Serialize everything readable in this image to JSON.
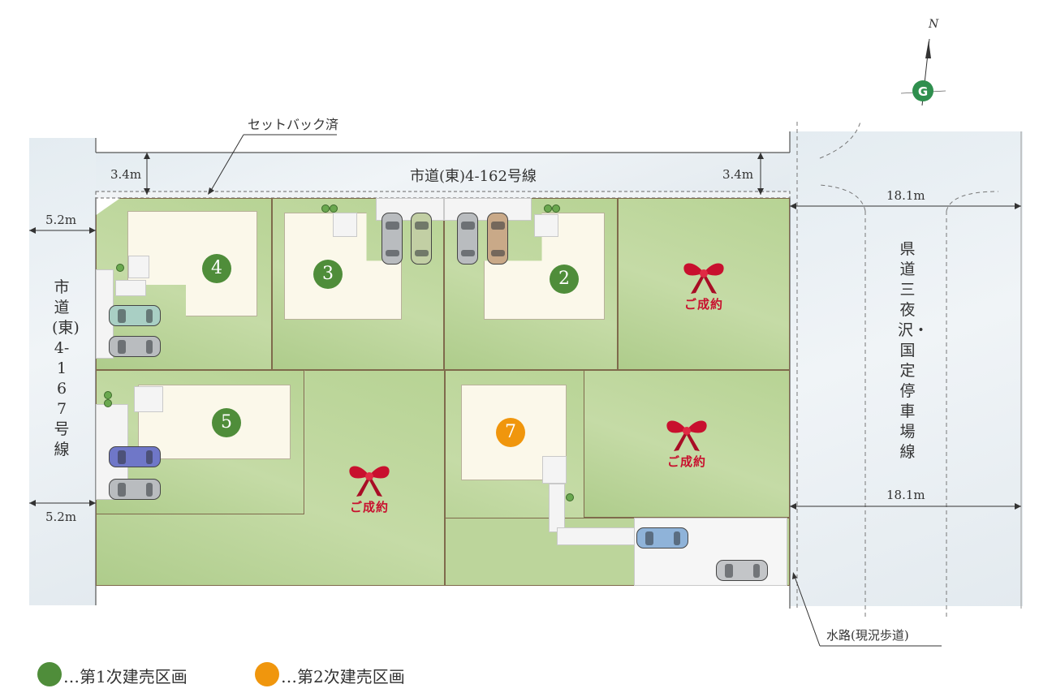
{
  "roads": {
    "north_road": "市道(東)4-162号線",
    "west_road": "市道(東)4-167号線",
    "east_road": "県道三夜沢・国定停車場線",
    "waterway": "水路(現況歩道)",
    "setback": "セットバック済"
  },
  "dimensions": {
    "north_left": "3.4m",
    "north_right": "3.4m",
    "west_top": "5.2m",
    "west_bottom": "5.2m",
    "east_top": "18.1m",
    "east_bottom": "18.1m"
  },
  "lots": [
    {
      "id": "lot-4",
      "number": "4",
      "type": "first"
    },
    {
      "id": "lot-3",
      "number": "3",
      "type": "first"
    },
    {
      "id": "lot-2",
      "number": "2",
      "type": "first"
    },
    {
      "id": "lot-5",
      "number": "5",
      "type": "first"
    },
    {
      "id": "lot-7",
      "number": "7",
      "type": "second"
    }
  ],
  "sold_label": "ご成約",
  "compass": {
    "north": "N"
  },
  "legend": {
    "first": "…第1次建売区画",
    "second": "…第2次建売区画"
  },
  "colors": {
    "first_phase": "#4f8d3a",
    "second_phase": "#f0960d",
    "sold": "#c8102e",
    "lot": "#bcd59b",
    "road": "#e8eef2"
  }
}
